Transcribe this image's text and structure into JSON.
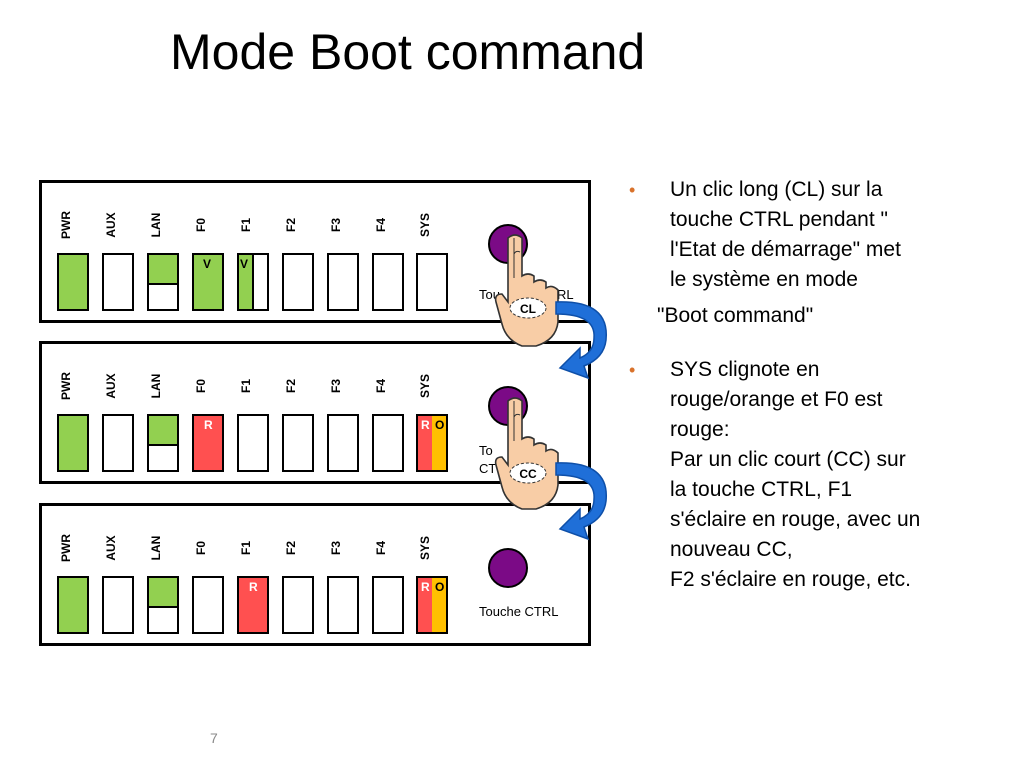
{
  "slide": {
    "title": "Mode Boot command",
    "page_number": "7"
  },
  "colors": {
    "green": "#92d050",
    "red": "#ff5050",
    "orange": "#ffc000",
    "button": "#7b0a86",
    "arrow": "#1f6fd8",
    "bullet": "#d9722b"
  },
  "labels": [
    "PWR",
    "AUX",
    "LAN",
    "F0",
    "F1",
    "F2",
    "F3",
    "F4",
    "SYS"
  ],
  "panels": [
    {
      "ctrl_label": "Touche CTRL",
      "ctrl_label_visible": "Tou",
      "ctrl_label_tail": "RL",
      "hand_tag": "CL",
      "f0_letter": "V",
      "f1_letter": "V"
    },
    {
      "ctrl_label_visible": "To",
      "ctrl_label_line2": "CT",
      "hand_tag": "CC",
      "f0_letter": "R",
      "sys_left": "R",
      "sys_right": "O"
    },
    {
      "ctrl_label": "Touche CTRL",
      "f1_letter": "R",
      "sys_left": "R",
      "sys_right": "O"
    }
  ],
  "bullets": {
    "b1_lines": [
      "Un clic long (CL) sur la",
      "touche CTRL pendant \"",
      "l'Etat de démarrage\" met",
      "le système en mode"
    ],
    "b1_cont": "\"Boot command\"",
    "b2_lines": [
      "SYS clignote en",
      "rouge/orange et F0 est",
      "rouge:",
      "Par un clic court (CC) sur",
      "la touche CTRL, F1",
      "s'éclaire en rouge, avec un",
      "nouveau CC,",
      "F2 s'éclaire en rouge, etc."
    ],
    "bullet_symbol": "•"
  }
}
